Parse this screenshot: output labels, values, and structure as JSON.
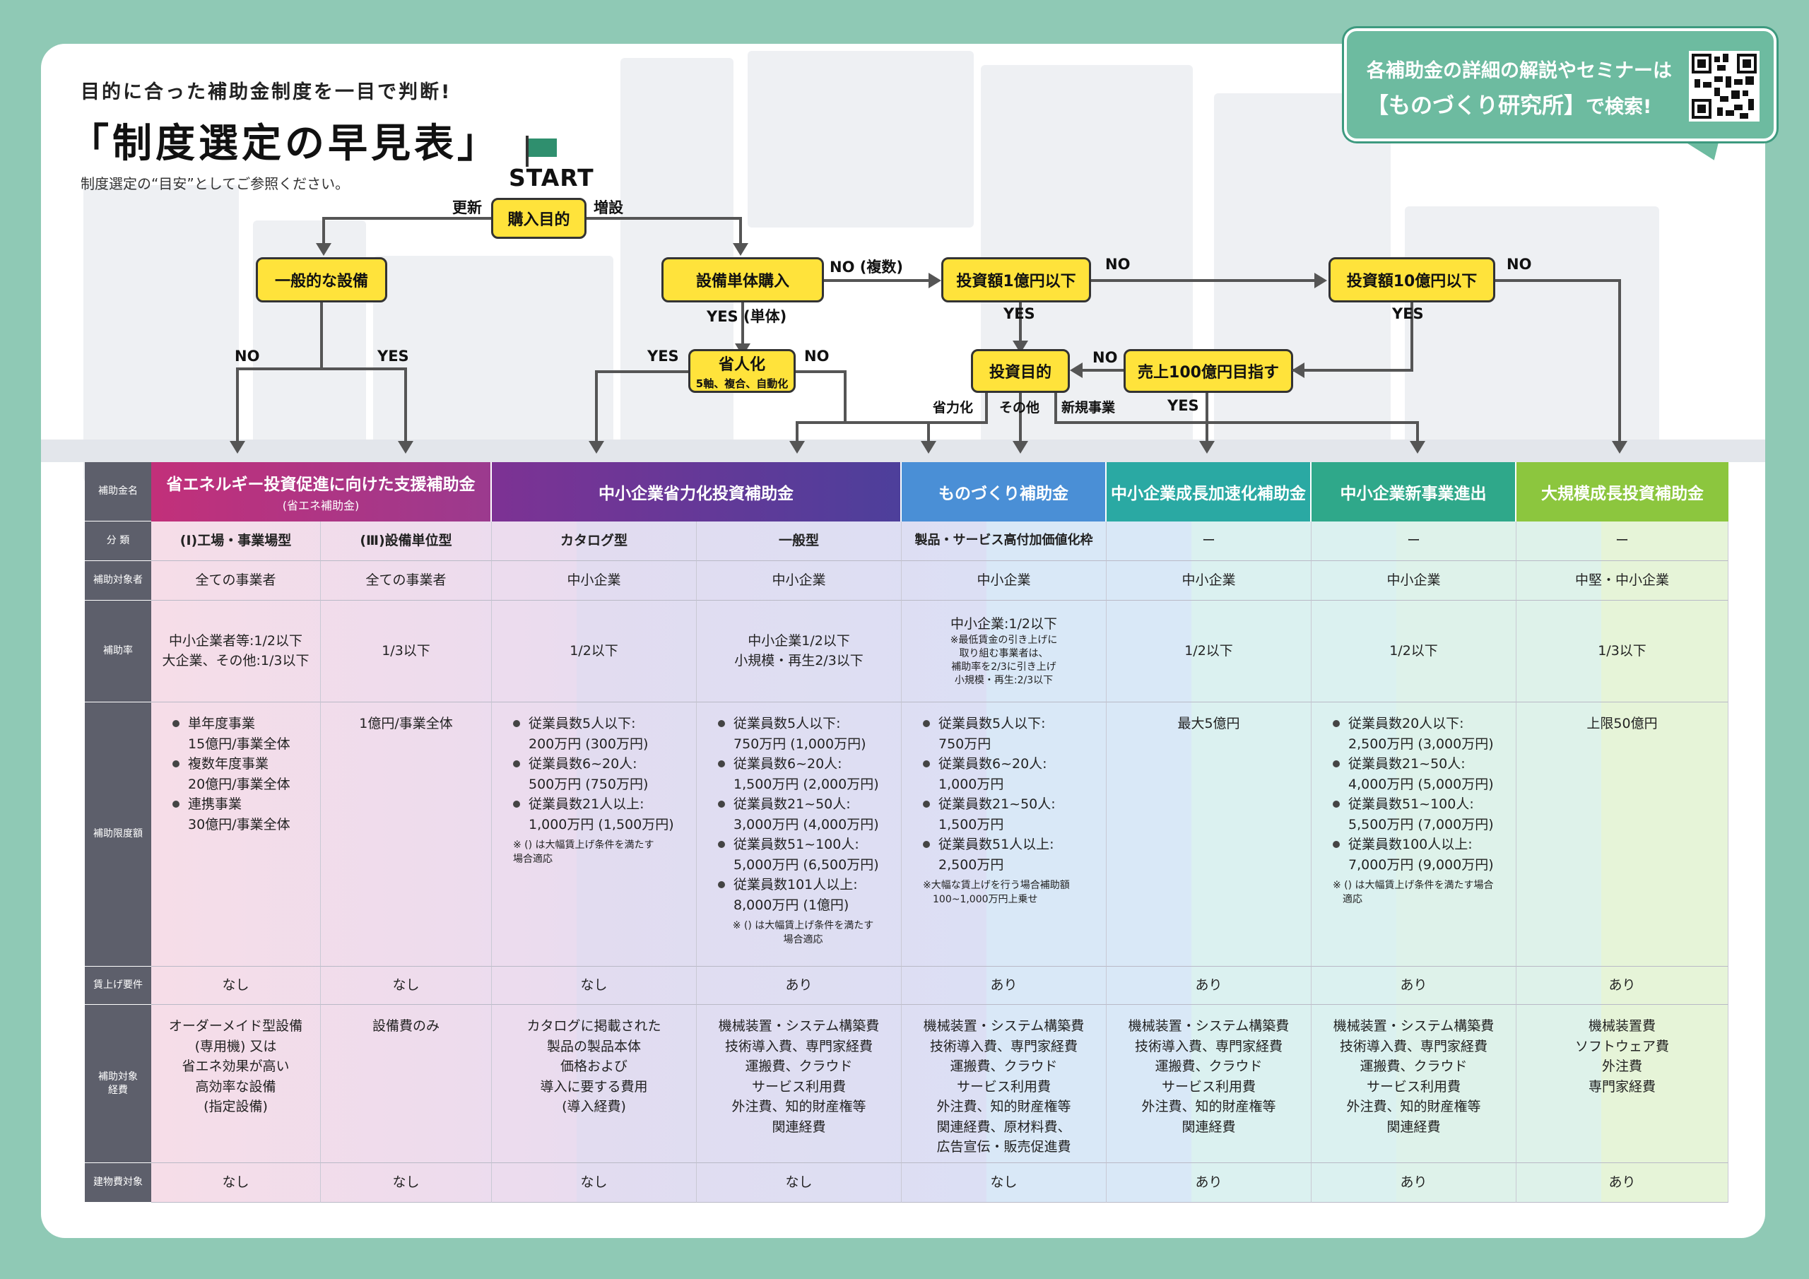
{
  "header": {
    "subtitle": "目的に合った補助金制度を一目で判断!",
    "title": "「制度選定の早見表」",
    "note": "制度選定の“目安”としてご参照ください。"
  },
  "promo": {
    "line1": "各補助金の詳細の解説やセミナーは",
    "brand": "【ものづくり研究所】",
    "suffix": "で検索!"
  },
  "flow": {
    "start": "START",
    "nodes": {
      "purpose": "購入目的",
      "general": "一般的な設備",
      "single": "設備単体購入",
      "labor": "省人化",
      "labor_sub": "5軸、複合、自動化",
      "inv1": "投資額1億円以下",
      "inv10": "投資額10億円以下",
      "invpurpose": "投資目的",
      "sales": "売上100億円目指す"
    },
    "labels": {
      "renew": "更新",
      "add": "増設",
      "no_general": "NO",
      "yes_general": "YES",
      "no_multi": "NO (複数)",
      "yes_single": "YES (単体)",
      "yes_labor": "YES",
      "no_labor": "NO",
      "no_inv1": "NO",
      "yes_inv1": "YES",
      "no_inv10": "NO",
      "yes_inv10": "YES",
      "no_sales": "NO",
      "yes_sales": "YES",
      "branch_labor": "省力化",
      "branch_other": "その他",
      "branch_new": "新規事業"
    }
  },
  "colors": {
    "background": "#8fc9b5",
    "node": "#ffe33b",
    "h_energy": "#c2307a",
    "h_labor": "#5b3b9b",
    "h_mono": "#4a8fd6",
    "h_growth": "#2aa9a3",
    "h_newbiz": "#2fa88a",
    "h_large": "#8cc63e"
  },
  "table": {
    "row_labels": [
      "補助金名",
      "分 類",
      "補助対象者",
      "補助率",
      "補助限度額",
      "賃上げ要件",
      "補助対象\n経費",
      "建物費対象"
    ],
    "headers": {
      "energy": "省エネルギー投資促進に向けた支援補助金",
      "energy_sub": "(省エネ補助金)",
      "labor": "中小企業省力化投資補助金",
      "mono": "ものづくり補助金",
      "growth": "中小企業成長加速化補助金",
      "newbiz": "中小企業新事業進出",
      "large": "大規模成長投資補助金"
    },
    "category": {
      "c1": "(Ⅰ)工場・事業場型",
      "c2": "(Ⅲ)設備単位型",
      "c3": "カタログ型",
      "c4": "一般型",
      "c5": "製品・サービス高付加価値化枠",
      "c6": "ー",
      "c7": "ー",
      "c8": "ー"
    },
    "target": {
      "c1": "全ての事業者",
      "c2": "全ての事業者",
      "c3": "中小企業",
      "c4": "中小企業",
      "c5": "中小企業",
      "c6": "中小企業",
      "c7": "中小企業",
      "c8": "中堅・中小企業"
    },
    "rate": {
      "c1a": "中小企業者等:1/2以下",
      "c1b": "大企業、その他:1/3以下",
      "c2": "1/3以下",
      "c3": "1/2以下",
      "c4a": "中小企業1/2以下",
      "c4b": "小規模・再生2/3以下",
      "c5a": "中小企業:1/2以下",
      "c5n1": "※最低賃金の引き上げに",
      "c5n2": "取り組む事業者は、",
      "c5n3": "補助率を2/3に引き上げ",
      "c5n4": "小規模・再生:2/3以下",
      "c6": "1/2以下",
      "c7": "1/2以下",
      "c8": "1/3以下"
    },
    "limit": {
      "c1": {
        "b1": "単年度事業",
        "b1v": "15億円/事業全体",
        "b2": "複数年度事業",
        "b2v": "20億円/事業全体",
        "b3": "連携事業",
        "b3v": "30億円/事業全体"
      },
      "c2": "1億円/事業全体",
      "c3": {
        "b1": "従業員数5人以下:",
        "b1v": "200万円 (300万円)",
        "b2": "従業員数6~20人:",
        "b2v": "500万円 (750万円)",
        "b3": "従業員数21人以上:",
        "b3v": "1,000万円 (1,500万円)",
        "fn1": "※ () は大幅賃上げ条件を満たす",
        "fn2": "場合適応"
      },
      "c4": {
        "b1": "従業員数5人以下:",
        "b1v": "750万円 (1,000万円)",
        "b2": "従業員数6~20人:",
        "b2v": "1,500万円 (2,000万円)",
        "b3": "従業員数21~50人:",
        "b3v": "3,000万円 (4,000万円)",
        "b4": "従業員数51~100人:",
        "b4v": "5,000万円 (6,500万円)",
        "b5": "従業員数101人以上:",
        "b5v": "8,000万円 (1億円)",
        "fn1": "※ () は大幅賃上げ条件を満たす",
        "fn2": "場合適応"
      },
      "c5": {
        "b1": "従業員数5人以下:",
        "b1v": "750万円",
        "b2": "従業員数6~20人:",
        "b2v": "1,000万円",
        "b3": "従業員数21~50人:",
        "b3v": "1,500万円",
        "b4": "従業員数51人以上:",
        "b4v": "2,500万円",
        "fn1": "※大幅な賃上げを行う場合補助額",
        "fn2": "100~1,000万円上乗せ"
      },
      "c6": "最大5億円",
      "c7": {
        "b1": "従業員数20人以下:",
        "b1v": "2,500万円 (3,000万円)",
        "b2": "従業員数21~50人:",
        "b2v": "4,000万円 (5,000万円)",
        "b3": "従業員数51~100人:",
        "b3v": "5,500万円 (7,000万円)",
        "b4": "従業員数100人以上:",
        "b4v": "7,000万円 (9,000万円)",
        "fn1": "※ () は大幅賃上げ条件を満たす場合",
        "fn2": "適応"
      },
      "c8": "上限50億円"
    },
    "wage": {
      "c1": "なし",
      "c2": "なし",
      "c3": "なし",
      "c4": "あり",
      "c5": "あり",
      "c6": "あり",
      "c7": "あり",
      "c8": "あり"
    },
    "expense": {
      "c1": [
        "オーダーメイド型設備",
        "(専用機) 又は",
        "省エネ効果が高い",
        "高効率な設備",
        "(指定設備)"
      ],
      "c2": [
        "設備費のみ"
      ],
      "c3": [
        "カタログに掲載された",
        "製品の製品本体",
        "価格および",
        "導入に要する費用",
        "(導入経費)"
      ],
      "c4": [
        "機械装置・システム構築費",
        "技術導入費、専門家経費",
        "運搬費、クラウド",
        "サービス利用費",
        "外注費、知的財産権等",
        "関連経費"
      ],
      "c5": [
        "機械装置・システム構築費",
        "技術導入費、専門家経費",
        "運搬費、クラウド",
        "サービス利用費",
        "外注費、知的財産権等",
        "関連経費、原材料費、",
        "広告宣伝・販売促進費"
      ],
      "c6": [
        "機械装置・システム構築費",
        "技術導入費、専門家経費",
        "運搬費、クラウド",
        "サービス利用費",
        "外注費、知的財産権等",
        "関連経費"
      ],
      "c7": [
        "機械装置・システム構築費",
        "技術導入費、専門家経費",
        "運搬費、クラウド",
        "サービス利用費",
        "外注費、知的財産権等",
        "関連経費"
      ],
      "c8": [
        "機械装置費",
        "ソフトウェア費",
        "外注費",
        "専門家経費"
      ]
    },
    "building": {
      "c1": "なし",
      "c2": "なし",
      "c3": "なし",
      "c4": "なし",
      "c5": "なし",
      "c6": "あり",
      "c7": "あり",
      "c8": "あり"
    }
  }
}
